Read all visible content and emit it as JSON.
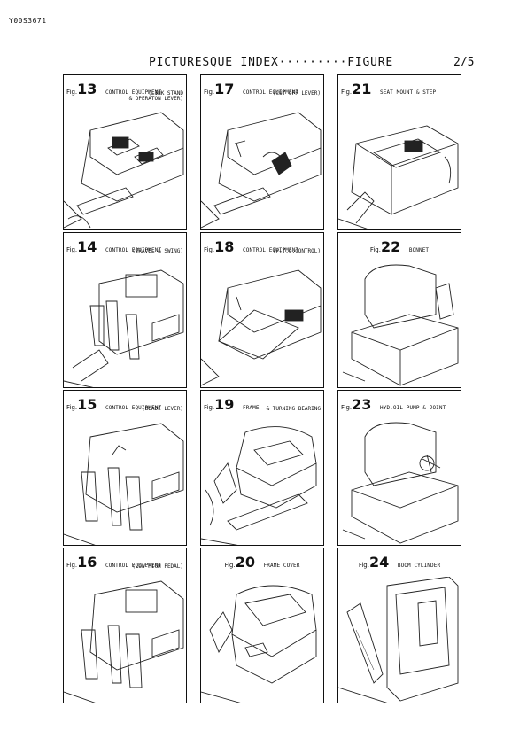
{
  "header": {
    "doc_code": "Y00S3671",
    "title": "PICTURESQUE INDEX·········FIGURE",
    "page": "2/5"
  },
  "figures": [
    {
      "prefix": "Fig.",
      "number": "13",
      "name": "CONTROL EQUIPMENT",
      "sub": "(LINK STAND\n& OPERATON LEVER)"
    },
    {
      "prefix": "Fig.",
      "number": "17",
      "name": "CONTROL EQUIPMENT",
      "sub": "(CUT OFF LEVER)"
    },
    {
      "prefix": "Fig.",
      "number": "21",
      "name": "SEAT MOUNT & STEP",
      "sub": ""
    },
    {
      "prefix": "Fig.",
      "number": "14",
      "name": "CONTROL EQUIPMENT",
      "sub": "(TRAVEL & SWING)"
    },
    {
      "prefix": "Fig.",
      "number": "18",
      "name": "CONTROL EQUIPMENT",
      "sub": "(P.T.O.CONTROL)"
    },
    {
      "prefix": "Fig.",
      "number": "22",
      "name": "BONNET",
      "sub": ""
    },
    {
      "prefix": "Fig.",
      "number": "15",
      "name": "CONTROL EQUIPMENT",
      "sub": "(BLADE LEVER)"
    },
    {
      "prefix": "Fig.",
      "number": "19",
      "name": "FRAME",
      "sub": "& TURNING BEARING"
    },
    {
      "prefix": "Fig.",
      "number": "23",
      "name": "HYD.OIL PUMP & JOINT",
      "sub": ""
    },
    {
      "prefix": "Fig.",
      "number": "16",
      "name": "CONTROL EQUIPMENT",
      "sub": "(LOW-HIGH PEDAL)"
    },
    {
      "prefix": "Fig.",
      "number": "20",
      "name": "FRAME COVER",
      "sub": ""
    },
    {
      "prefix": "Fig.",
      "number": "24",
      "name": "BOOM CYLINDER",
      "sub": ""
    }
  ]
}
